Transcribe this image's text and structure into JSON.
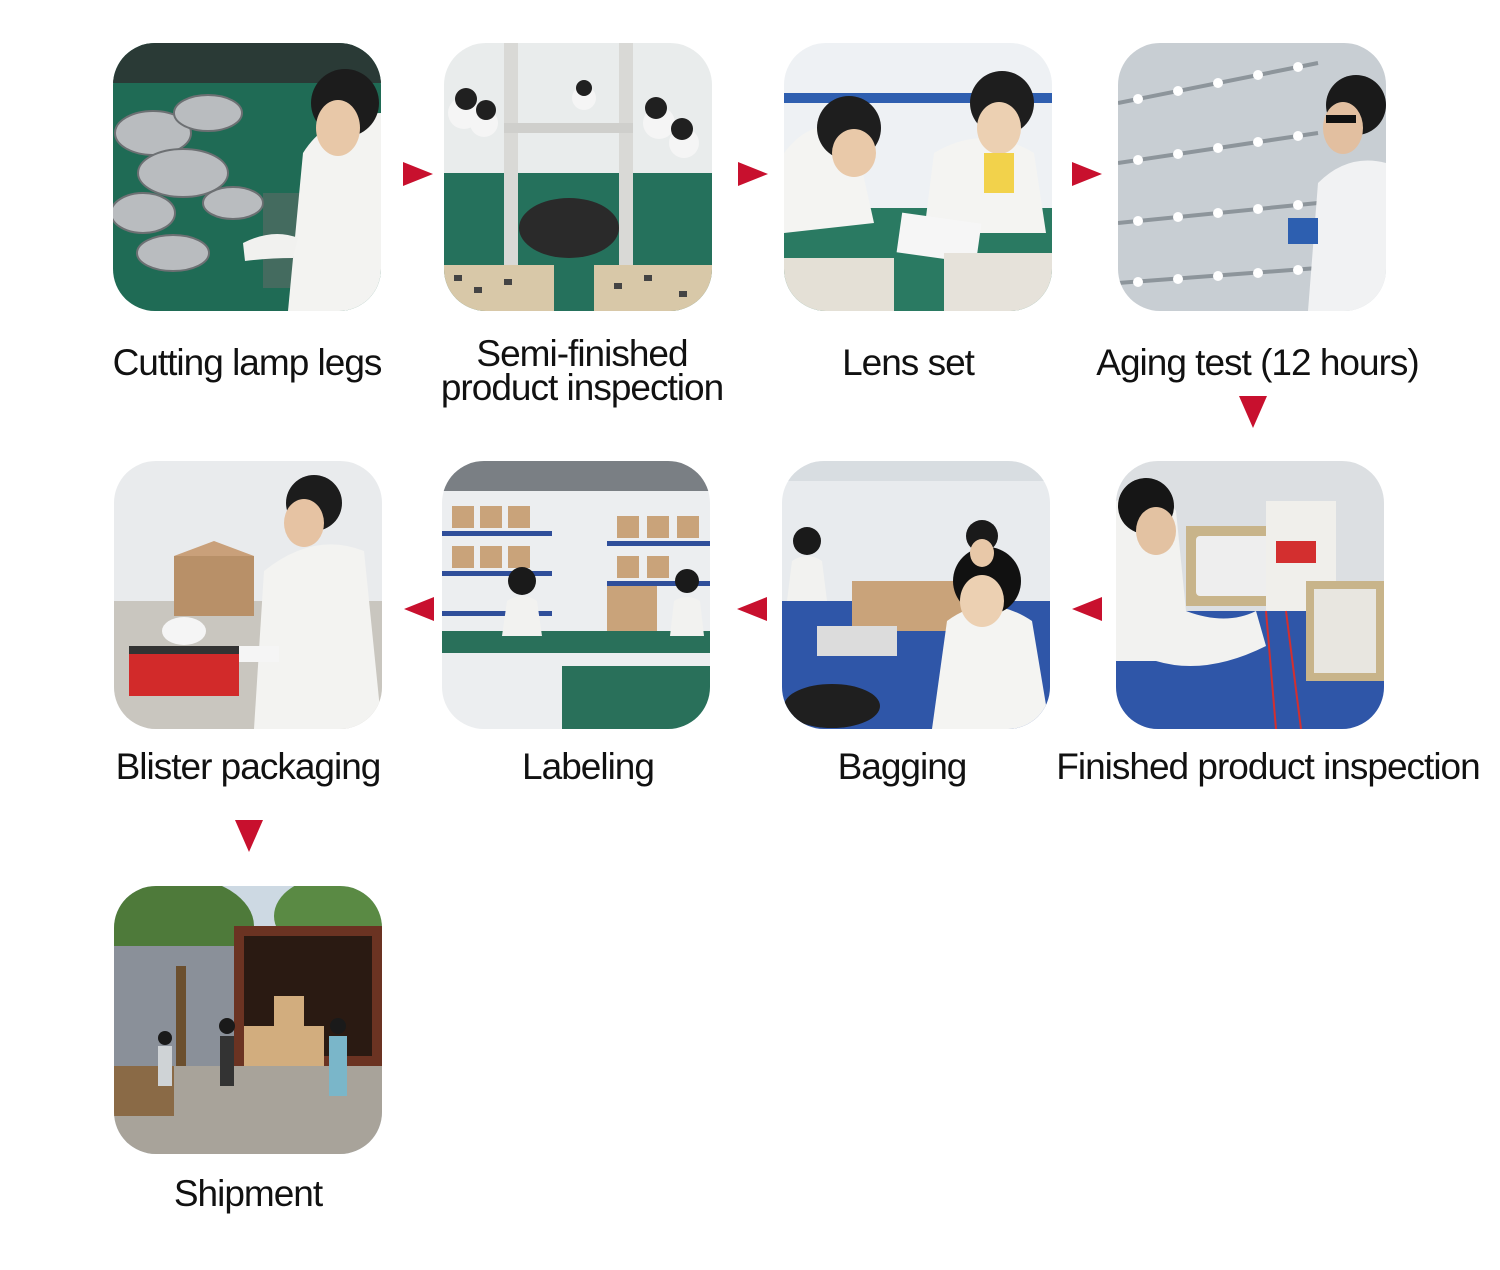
{
  "colors": {
    "arrow": "#c8102e"
  },
  "steps": [
    {
      "id": "cutting",
      "label": "Cutting lamp legs",
      "image": "cutting-lamp-legs-photo"
    },
    {
      "id": "semi",
      "label": "Semi-finished\nproduct inspection",
      "image": "semi-finished-inspection-photo"
    },
    {
      "id": "lens",
      "label": "Lens set",
      "image": "lens-set-photo"
    },
    {
      "id": "aging",
      "label": "Aging test (12 hours)",
      "image": "aging-test-photo"
    },
    {
      "id": "finished",
      "label": "Finished product inspection",
      "image": "finished-inspection-photo"
    },
    {
      "id": "bagging",
      "label": "Bagging",
      "image": "bagging-photo"
    },
    {
      "id": "labeling",
      "label": "Labeling",
      "image": "labeling-photo"
    },
    {
      "id": "blister",
      "label": "Blister packaging",
      "image": "blister-packaging-photo"
    },
    {
      "id": "shipment",
      "label": "Shipment",
      "image": "shipment-photo"
    }
  ],
  "connections": [
    {
      "from": "cutting",
      "to": "semi",
      "icon": "arrow-right-icon"
    },
    {
      "from": "semi",
      "to": "lens",
      "icon": "arrow-right-icon"
    },
    {
      "from": "lens",
      "to": "aging",
      "icon": "arrow-right-icon"
    },
    {
      "from": "aging",
      "to": "finished",
      "icon": "arrow-down-icon"
    },
    {
      "from": "finished",
      "to": "bagging",
      "icon": "arrow-left-icon"
    },
    {
      "from": "bagging",
      "to": "labeling",
      "icon": "arrow-left-icon"
    },
    {
      "from": "labeling",
      "to": "blister",
      "icon": "arrow-left-icon"
    },
    {
      "from": "blister",
      "to": "shipment",
      "icon": "arrow-down-icon"
    }
  ]
}
